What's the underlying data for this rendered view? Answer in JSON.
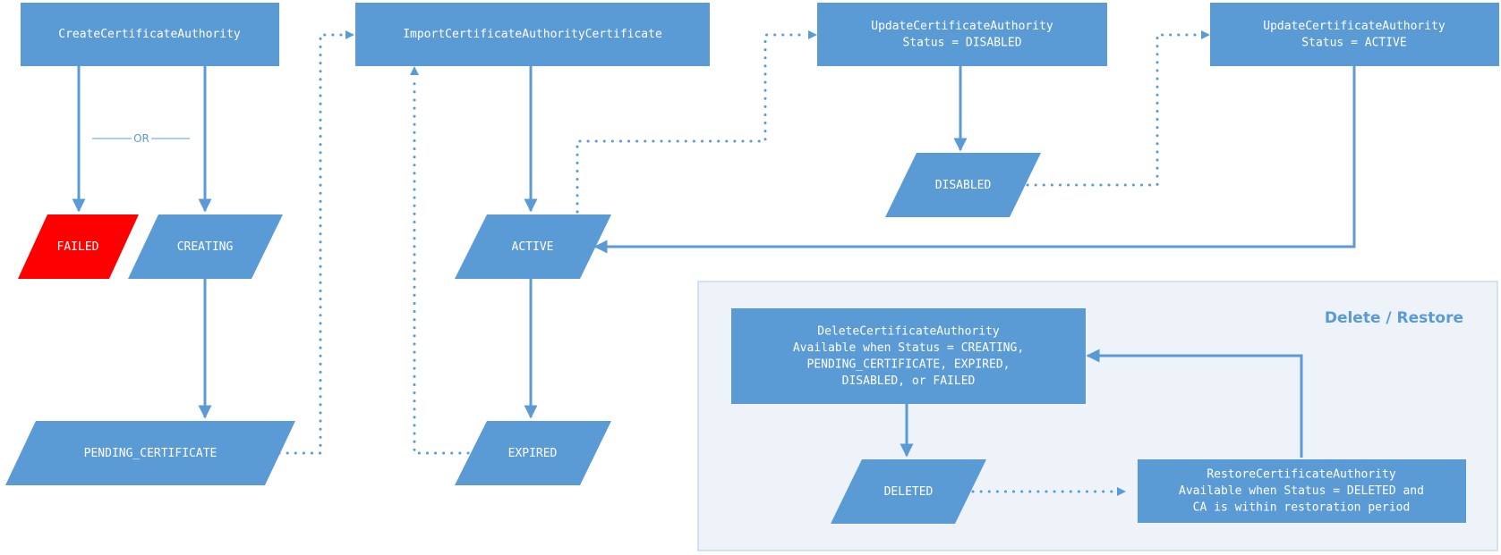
{
  "colors": {
    "node_fill": "#5b9bd5",
    "node_failed": "#ff0000",
    "node_text": "#ffffff",
    "arrow": "#5b9bd5",
    "group_fill": "#eef3fa",
    "group_border": "#c9d9ec"
  },
  "nodes": {
    "create_ca": {
      "lines": [
        "CreateCertificateAuthority"
      ]
    },
    "import_ca_cert": {
      "lines": [
        "ImportCertificateAuthorityCertificate"
      ]
    },
    "update_disabled": {
      "lines": [
        "UpdateCertificateAuthority",
        "Status = DISABLED"
      ]
    },
    "update_active": {
      "lines": [
        "UpdateCertificateAuthority",
        "Status = ACTIVE"
      ]
    },
    "failed": {
      "lines": [
        "FAILED"
      ]
    },
    "creating": {
      "lines": [
        "CREATING"
      ]
    },
    "pending_certificate": {
      "lines": [
        "PENDING_CERTIFICATE"
      ]
    },
    "active": {
      "lines": [
        "ACTIVE"
      ]
    },
    "expired": {
      "lines": [
        "EXPIRED"
      ]
    },
    "disabled": {
      "lines": [
        "DISABLED"
      ]
    },
    "delete_ca": {
      "lines": [
        "DeleteCertificateAuthority",
        "Available when Status = CREATING,",
        "PENDING_CERTIFICATE, EXPIRED,",
        "DISABLED, or FAILED"
      ]
    },
    "deleted": {
      "lines": [
        "DELETED"
      ]
    },
    "restore_ca": {
      "lines": [
        "RestoreCertificateAuthority",
        "Available when Status = DELETED and",
        "CA is within restoration period"
      ]
    }
  },
  "or_label": "OR",
  "group": {
    "title": "Delete / Restore"
  }
}
